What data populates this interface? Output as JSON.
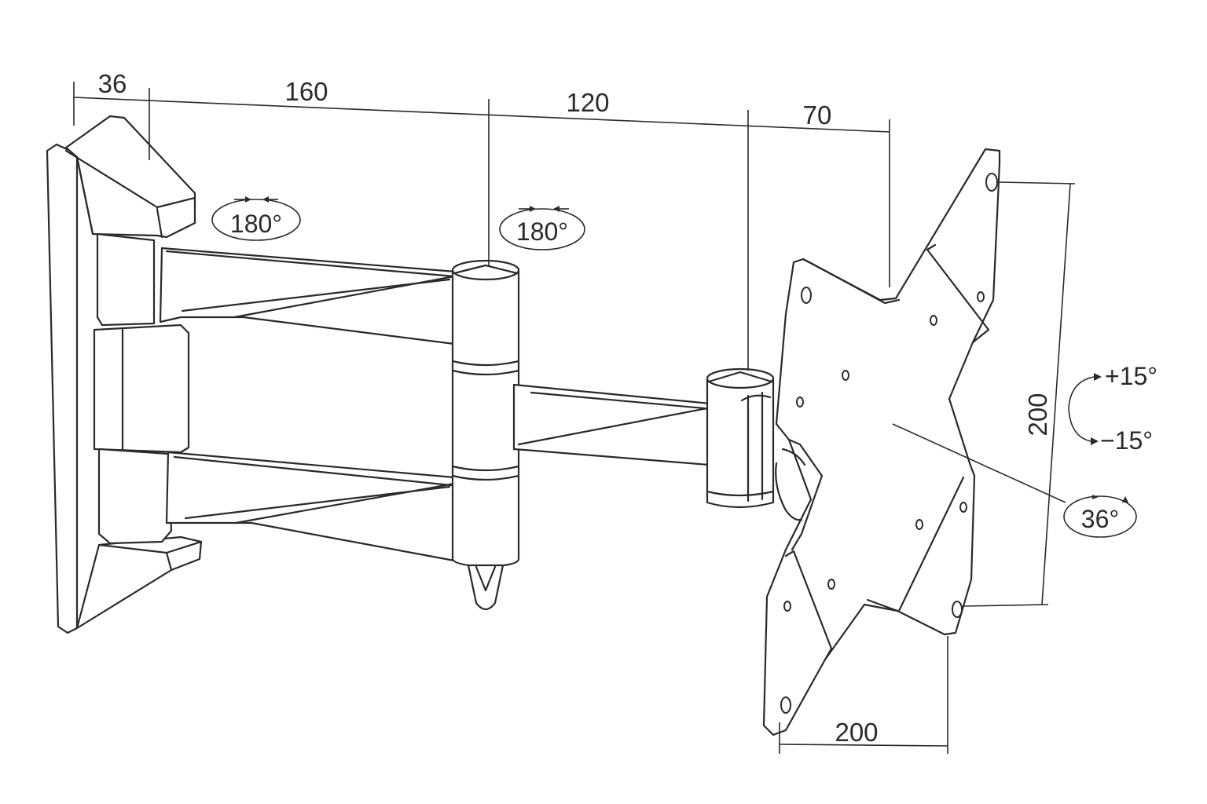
{
  "dimensions": {
    "wall_depth": "36",
    "arm_first": "160",
    "arm_second": "120",
    "head_depth": "70",
    "vesa_vertical": "200",
    "vesa_horizontal": "200"
  },
  "rotations": {
    "wall_swivel": "180°",
    "elbow_swivel": "180°",
    "tilt_up": "+15°",
    "tilt_down": "−15°",
    "rotate": "36°"
  }
}
